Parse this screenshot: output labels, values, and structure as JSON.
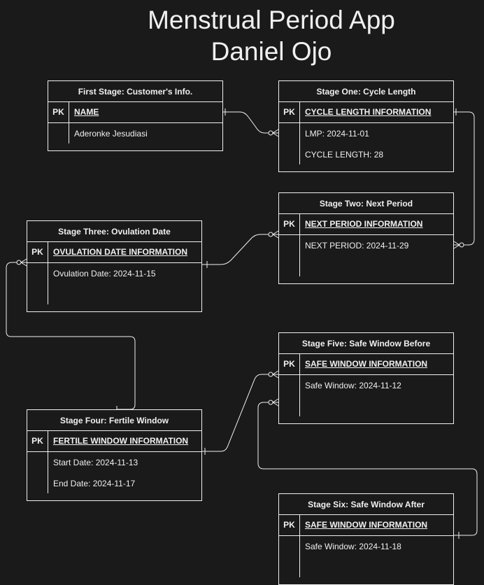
{
  "title": {
    "line1": "Menstrual Period App",
    "line2": "Daniel Ojo"
  },
  "pk_label": "PK",
  "entities": {
    "customer": {
      "header": "First Stage: Customer's Info.",
      "pk": "NAME",
      "attributes": [
        "Aderonke Jesudiasi"
      ]
    },
    "stage_one": {
      "header": "Stage One: Cycle Length",
      "pk": "CYCLE LENGTH INFORMATION",
      "attributes": [
        "LMP: 2024-11-01",
        "CYCLE LENGTH: 28"
      ]
    },
    "stage_two": {
      "header": "Stage Two: Next Period",
      "pk": "NEXT PERIOD INFORMATION",
      "attributes": [
        "NEXT PERIOD: 2024-11-29"
      ]
    },
    "stage_three": {
      "header": "Stage Three: Ovulation Date",
      "pk": "OVULATION DATE INFORMATION",
      "attributes": [
        "Ovulation Date: 2024-11-15"
      ]
    },
    "stage_four": {
      "header": "Stage Four: Fertile Window",
      "pk": "FERTILE WINDOW INFORMATION",
      "attributes": [
        "Start Date: 2024-11-13",
        "End Date: 2024-11-17"
      ]
    },
    "stage_five": {
      "header": "Stage Five: Safe Window Before",
      "pk": "SAFE WINDOW INFORMATION",
      "attributes": [
        "Safe Window: 2024-11-12"
      ]
    },
    "stage_six": {
      "header": "Stage Six: Safe Window After",
      "pk": "SAFE WINDOW INFORMATION",
      "attributes": [
        "Safe Window: 2024-11-18"
      ]
    }
  },
  "colors": {
    "background": "#1a1a1a",
    "foreground": "#f0f0f0"
  }
}
